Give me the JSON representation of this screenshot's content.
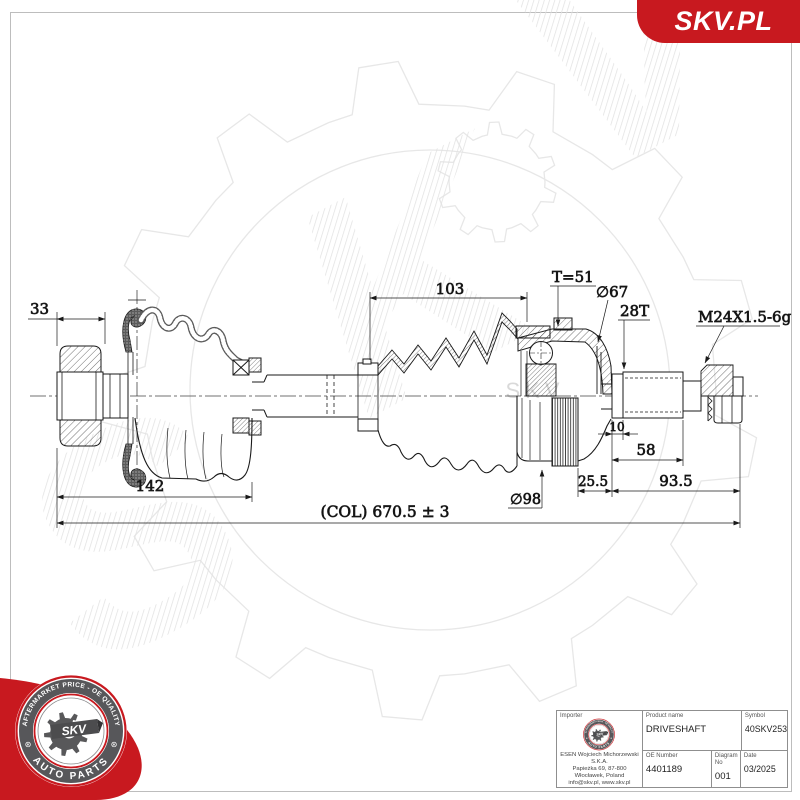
{
  "banner": {
    "text": "SKV.PL"
  },
  "colors": {
    "red": "#c8191f",
    "ring_gray": "#57575a",
    "line": "#1a1a1a",
    "frame": "#bdbdbd",
    "watermark": "#e7e7e7"
  },
  "watermark": {
    "letters": [
      "S",
      "K",
      "V"
    ],
    "center_text": "SKV"
  },
  "badge": {
    "arc_top": "AFTERMARKET PRICE - OE QUALITY",
    "arc_bottom": "AUTO PARTS",
    "center_text": "SKV",
    "side_symbol_left": "⊛",
    "side_symbol_right": "⊛"
  },
  "drawing": {
    "dimensions": {
      "d33": "33",
      "d103": "103",
      "t51": "T=51",
      "d67": "∅67",
      "d28t": "28T",
      "thread_spec": "M24X1.5-6g",
      "d10": "10",
      "d58": "58",
      "d25_5": "25.5",
      "d93_5": "93.5",
      "d98": "∅98",
      "d142": "142",
      "overall": "(COL) 670.5 ± 3"
    }
  },
  "title_block": {
    "importer_label": "Importer",
    "product_name_label": "Product name",
    "product_name": "DRIVESHAFT",
    "symbol_label": "Symbol",
    "symbol": "40SKV253",
    "oe_number_label": "OE Number",
    "oe_number": "4401189",
    "diagram_no_label": "Diagram No",
    "diagram_no": "001",
    "date_label": "Date",
    "date": "03/2025",
    "address_line1": "ESEN Wojciech Michorzewski S.K.A.",
    "address_line2": "Papieżka 69, 87-800 Włocławek,  Poland",
    "address_line3": "info@skv.pl, www.skv.pl"
  }
}
